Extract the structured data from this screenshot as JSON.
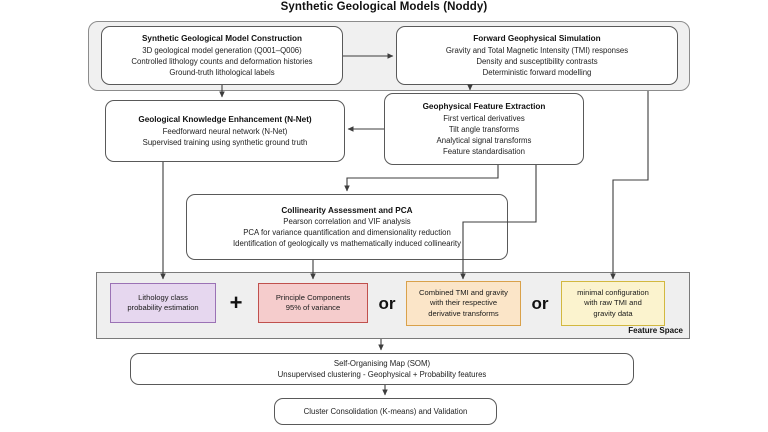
{
  "title": "Synthetic Geological Models (Noddy)",
  "colors": {
    "group_fill": "#f0f0f0",
    "group_stroke": "#8c8c8c",
    "box_stroke": "#595959",
    "arrow": "#3d3d3d",
    "lithology_fill": "#e6d7ef",
    "lithology_stroke": "#9b72b5",
    "pca_fill": "#f5cccc",
    "pca_stroke": "#c0504d",
    "combined_fill": "#fbe5c8",
    "combined_stroke": "#d9a14a",
    "minimal_fill": "#fbf3ce",
    "minimal_stroke": "#d2b83f",
    "feature_strip_fill": "#efefef",
    "feature_strip_stroke": "#7a7a7a"
  },
  "nodes": {
    "model_construction": {
      "heading": "Synthetic Geological Model Construction",
      "lines": [
        "3D geological model generation (Q001–Q006)",
        "Controlled lithology counts and deformation histories",
        "Ground-truth lithological labels"
      ]
    },
    "forward_simulation": {
      "heading": "Forward Geophysical Simulation",
      "lines": [
        "Gravity and Total Magnetic Intensity (TMI) responses",
        "Density and susceptibility contrasts",
        "Deterministic forward modelling"
      ]
    },
    "knowledge_enhancement": {
      "heading": "Geological Knowledge Enhancement (N-Net)",
      "lines": [
        "Feedforward neural network (N-Net)",
        "Supervised training using synthetic ground truth"
      ]
    },
    "feature_extraction": {
      "heading": "Geophysical Feature Extraction",
      "lines": [
        "First vertical derivatives",
        "Tilt angle transforms",
        "Analytical signal transforms",
        "Feature standardisation"
      ]
    },
    "collinearity_pca": {
      "heading": "Collinearity Assessment and PCA",
      "lines": [
        "Pearson correlation and VIF analysis",
        "PCA for variance quantification and dimensionality reduction",
        "Identification of geologically vs mathematically induced collinearity"
      ]
    },
    "som": {
      "heading": "",
      "lines": [
        "Self-Organising Map (SOM)",
        "Unsupervised clustering - Geophysical + Probability features"
      ]
    },
    "cluster_validation": {
      "heading": "",
      "lines": [
        "Cluster Consolidation (K-means) and Validation"
      ]
    }
  },
  "feature_space": {
    "label": "Feature Space",
    "operators": {
      "plus": "+",
      "or1": "or",
      "or2": "or"
    },
    "boxes": [
      {
        "id": "lithology",
        "lines": [
          "Lithology class",
          "probability estimation"
        ]
      },
      {
        "id": "principle-components",
        "lines": [
          "Principle Components",
          "95% of variance"
        ]
      },
      {
        "id": "combined-tmi-gravity",
        "lines": [
          "Combined TMI and gravity",
          "with their respective",
          "derivative transforms"
        ]
      },
      {
        "id": "minimal-configuration",
        "lines": [
          "minimal configuration",
          "with raw TMI and",
          "gravity data"
        ]
      }
    ]
  }
}
